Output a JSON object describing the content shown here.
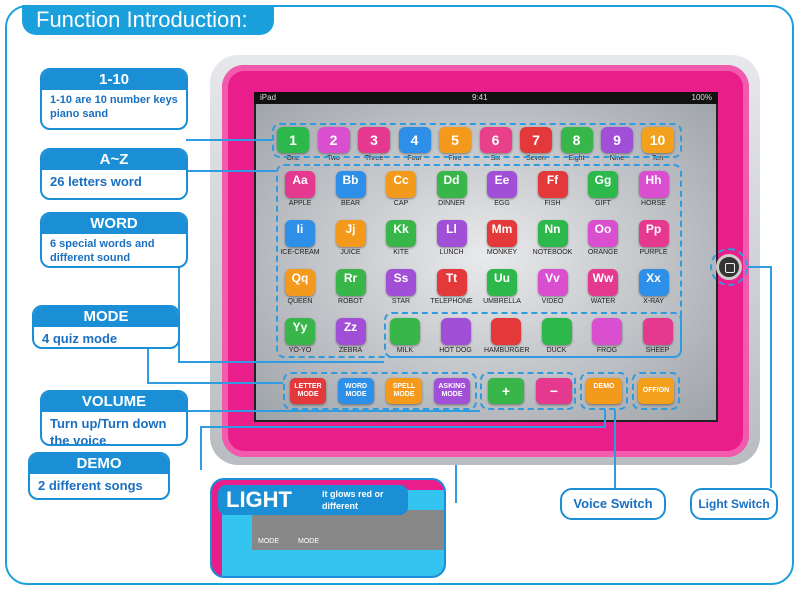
{
  "title": "Function Introduction:",
  "callouts": {
    "numbers": {
      "heading": "1-10",
      "desc": "1-10 are 10 number keys piano sand"
    },
    "letters": {
      "heading": "A~Z",
      "desc": "26 letters word"
    },
    "word": {
      "heading": "WORD",
      "desc": "6 special words and different sound"
    },
    "mode": {
      "heading": "MODE",
      "desc": "4 quiz mode"
    },
    "volume": {
      "heading": "VOLUME",
      "desc": "Turn up/Turn down the voice"
    },
    "demo": {
      "heading": "DEMO",
      "desc": "2 different songs"
    }
  },
  "light": {
    "heading": "LIGHT",
    "desc": "it glows red or different",
    "keys": [
      "MODE",
      "MODE"
    ]
  },
  "voice_switch": "Voice Switch",
  "light_switch": "Light Switch",
  "statusbar": {
    "left": "iPad",
    "center": "9:41",
    "right": "100%"
  },
  "number_keys": [
    {
      "n": "1",
      "label": "One",
      "color": "#2db84c"
    },
    {
      "n": "2",
      "label": "Two",
      "color": "#d94fd0"
    },
    {
      "n": "3",
      "label": "Three",
      "color": "#e4398f"
    },
    {
      "n": "4",
      "label": "Four",
      "color": "#2e8fe8"
    },
    {
      "n": "5",
      "label": "Five",
      "color": "#f39a1c"
    },
    {
      "n": "6",
      "label": "Six",
      "color": "#e8408a"
    },
    {
      "n": "7",
      "label": "Seven",
      "color": "#e3393a"
    },
    {
      "n": "8",
      "label": "Eight",
      "color": "#38b649"
    },
    {
      "n": "9",
      "label": "Nine",
      "color": "#a24fd8"
    },
    {
      "n": "10",
      "label": "Ten",
      "color": "#f3a11c"
    }
  ],
  "letter_keys": [
    {
      "l": "Aa",
      "w": "APPLE"
    },
    {
      "l": "Bb",
      "w": "BEAR"
    },
    {
      "l": "Cc",
      "w": "CAP"
    },
    {
      "l": "Dd",
      "w": "DINNER"
    },
    {
      "l": "Ee",
      "w": "EGG"
    },
    {
      "l": "Ff",
      "w": "FISH"
    },
    {
      "l": "Gg",
      "w": "GIFT"
    },
    {
      "l": "Hh",
      "w": "HORSE"
    },
    {
      "l": "Ii",
      "w": "ICE-CREAM"
    },
    {
      "l": "Jj",
      "w": "JUICE"
    },
    {
      "l": "Kk",
      "w": "KITE"
    },
    {
      "l": "Ll",
      "w": "LUNCH"
    },
    {
      "l": "Mm",
      "w": "MONKEY"
    },
    {
      "l": "Nn",
      "w": "NOTEBOOK"
    },
    {
      "l": "Oo",
      "w": "ORANGE"
    },
    {
      "l": "Pp",
      "w": "PURPLE"
    },
    {
      "l": "Qq",
      "w": "QUEEN"
    },
    {
      "l": "Rr",
      "w": "ROBOT"
    },
    {
      "l": "Ss",
      "w": "STAR"
    },
    {
      "l": "Tt",
      "w": "TELEPHONE"
    },
    {
      "l": "Uu",
      "w": "UMBRELLA"
    },
    {
      "l": "Vv",
      "w": "VIDEO"
    },
    {
      "l": "Ww",
      "w": "WATER"
    },
    {
      "l": "Xx",
      "w": "X-RAY"
    },
    {
      "l": "Yy",
      "w": "YO-YO"
    },
    {
      "l": "Zz",
      "w": "ZEBRA"
    }
  ],
  "word_keys": [
    "MILK",
    "HOT DOG",
    "HAMBURGER",
    "DUCK",
    "FROG",
    "SHEEP"
  ],
  "mode_keys": [
    "LETTER MODE",
    "WORD MODE",
    "SPELL MODE",
    "ASKING MODE"
  ],
  "volume_keys": [
    "+",
    "−"
  ],
  "demo_key": "DEMO",
  "offon_key": "OFF/ON",
  "colors": {
    "accent": "#1a8fd6",
    "pink": "#e91e8a",
    "cyan": "#33c4f0"
  }
}
